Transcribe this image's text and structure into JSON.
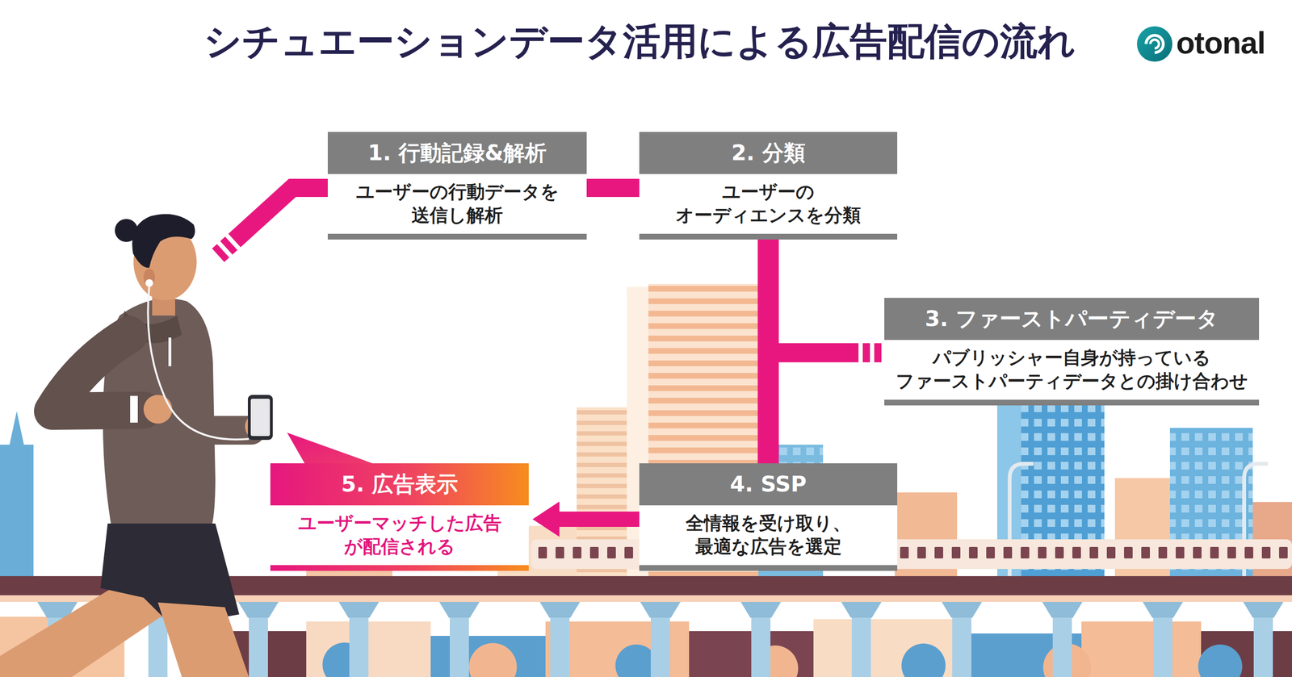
{
  "diagram": {
    "title": "シチュエーションデータ活用による広告配信の流れ",
    "nodes": [
      {
        "text": [
          "1. 行動記録&解析",
          "ユーザーの行動データを 送信し解析"
        ]
      },
      {
        "text": [
          "2. 分類",
          "ユーザーの オーディエンスを分類"
        ]
      },
      {
        "text": [
          "3. ファーストパーティデータ",
          "パブリッシャー自身が持っている ファーストパーティデータとの掛け合わせ"
        ]
      },
      {
        "text": [
          "4. SSP",
          "全情報を受け取り、 最適な広告を選定"
        ]
      },
      {
        "text": [
          "5. 広告表示",
          "ユーザーマッチした広告 が配信される"
        ]
      }
    ],
    "edges": [
      {
        "from": 0,
        "to": 1,
        "arrow": "none"
      },
      {
        "from": 1,
        "to": 3,
        "arrow": "none"
      },
      {
        "from": 2,
        "to": 3,
        "arrow": "none"
      },
      {
        "from": 3,
        "to": 4,
        "arrow": "to"
      }
    ],
    "labels": [
      "otonal"
    ]
  }
}
